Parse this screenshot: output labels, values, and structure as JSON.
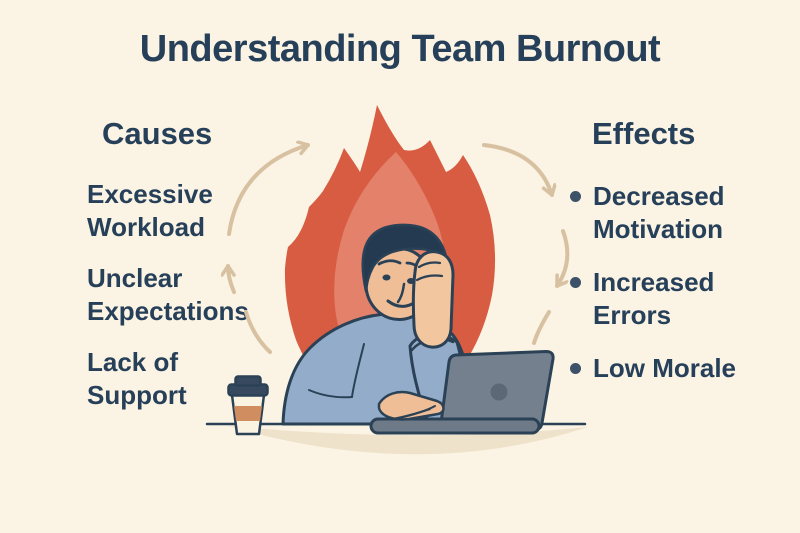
{
  "title": "Understanding Team Burnout",
  "causes": {
    "heading": "Causes",
    "items": [
      {
        "label": "Excessive\nWorkload"
      },
      {
        "label": "Unclear\nExpectations"
      },
      {
        "label": "Lack of\nSupport"
      }
    ]
  },
  "effects": {
    "heading": "Effects",
    "items": [
      {
        "label": "Decreased\nMotivation"
      },
      {
        "label": "Increased\nErrors"
      },
      {
        "label": "Low Morale"
      }
    ]
  },
  "illustration": {
    "flame": "flame-icon",
    "person": "stressed-person-at-laptop",
    "laptop": "laptop-icon",
    "coffee_cup": "coffee-cup-icon",
    "cycle_arrows": "burnout-cycle-arrows"
  },
  "palette": {
    "background": "#FBF3E3",
    "text": "#27405A",
    "outline": "#2B4156",
    "flame_primary": "#D85C41",
    "flame_secondary": "#E3816B",
    "arrow": "#D7C1A0",
    "sweater": "#93ACCA",
    "skin": "#EFBD96",
    "hand_skin": "#F2C69E",
    "hair": "#243A50",
    "laptop_body": "#75808F",
    "laptop_base": "#6F7A89",
    "laptop_logo": "#5D6876",
    "cup_body": "#FAF3E2",
    "cup_band": "#CF8D60",
    "cup_lid": "#37495E",
    "desk_shadow": "#EFE2CB",
    "bullet": "#3D5168"
  }
}
